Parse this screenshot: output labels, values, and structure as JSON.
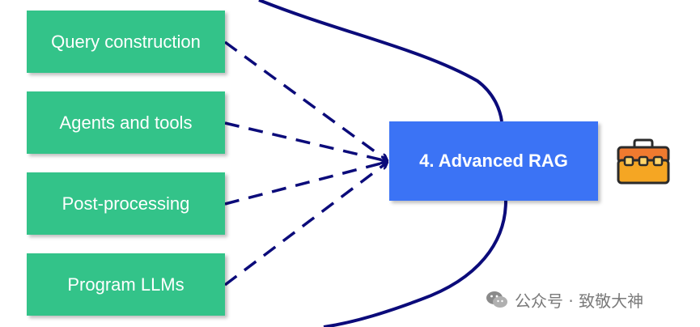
{
  "diagram": {
    "inputs": [
      {
        "label": "Query construction"
      },
      {
        "label": "Agents and tools"
      },
      {
        "label": "Post-processing"
      },
      {
        "label": "Program LLMs"
      }
    ],
    "target": {
      "label": "4. Advanced RAG"
    },
    "target_icon": "toolbox-icon",
    "colors": {
      "input_fill": "#33c389",
      "target_fill": "#3b73f5",
      "connector": "#0b0b7a",
      "toolbox_body": "#f5a623",
      "toolbox_lid": "#f07a2f"
    }
  },
  "watermark": {
    "icon": "wechat-icon",
    "text": "公众号 · 致敬大神"
  }
}
